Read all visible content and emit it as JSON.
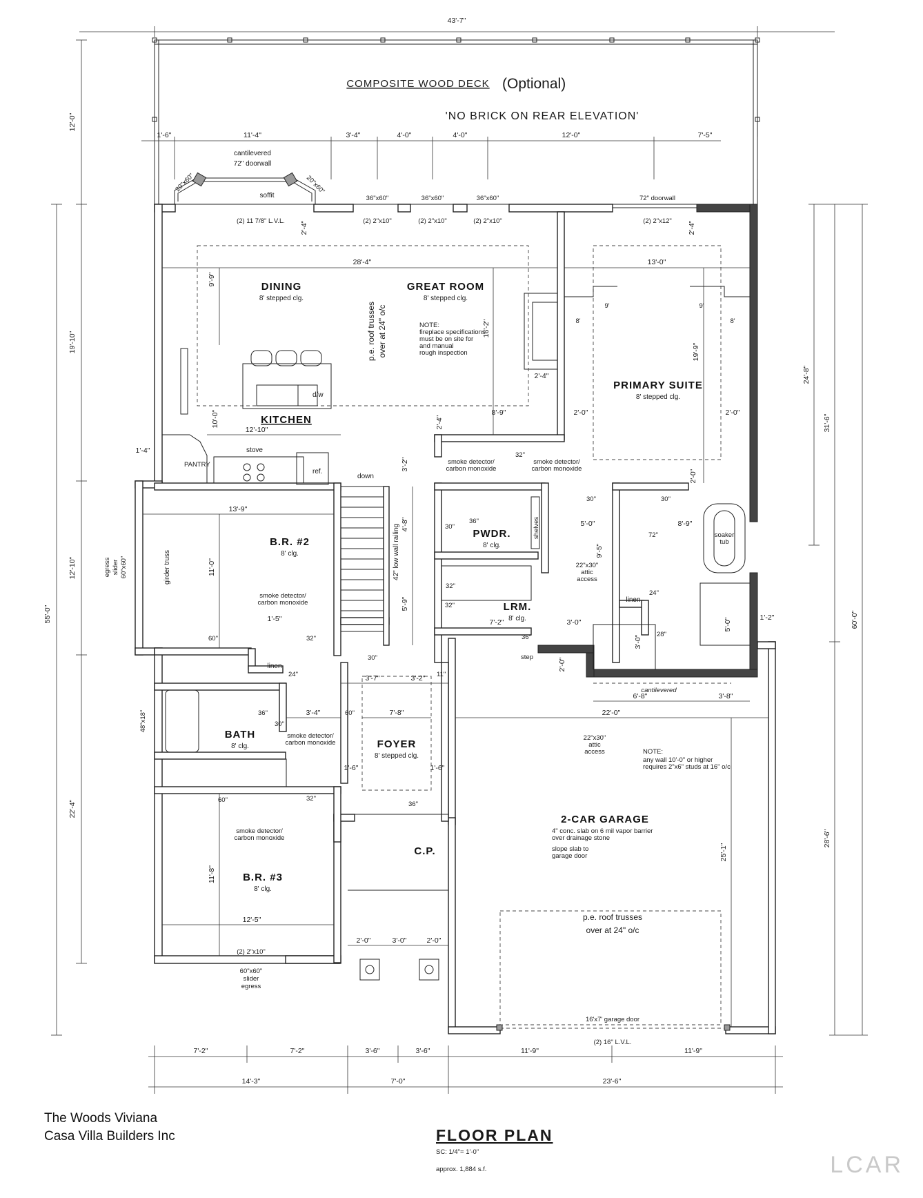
{
  "header": {
    "overall_width": "43'-7\"",
    "deck_title": "COMPOSITE WOOD DECK",
    "deck_optional": "(Optional)",
    "deck_note": "'NO BRICK ON REAR ELEVATION'"
  },
  "rooms": [
    {
      "id": "dining",
      "name": "DINING",
      "sub": "8' stepped clg."
    },
    {
      "id": "great-room",
      "name": "GREAT ROOM",
      "sub": "8' stepped clg."
    },
    {
      "id": "primary-suite",
      "name": "PRIMARY SUITE",
      "sub": "8' stepped clg."
    },
    {
      "id": "kitchen",
      "name": "KITCHEN",
      "sub": ""
    },
    {
      "id": "br2",
      "name": "B.R. #2",
      "sub": "8' clg."
    },
    {
      "id": "pwdr",
      "name": "PWDR.",
      "sub": "8' clg."
    },
    {
      "id": "lrm",
      "name": "LRM.",
      "sub": "8' clg."
    },
    {
      "id": "bath",
      "name": "BATH",
      "sub": "8' clg."
    },
    {
      "id": "foyer",
      "name": "FOYER",
      "sub": "8' stepped clg."
    },
    {
      "id": "garage",
      "name": "2-CAR GARAGE",
      "sub": ""
    },
    {
      "id": "br3",
      "name": "B.R. #3",
      "sub": "8' clg."
    },
    {
      "id": "cp",
      "name": "C.P.",
      "sub": ""
    }
  ],
  "labels": {
    "cantilevered": "cantilevered",
    "doorwall_72": "72\" doorwall",
    "soffit": "soffit",
    "w20x60": "20\"x60\"",
    "w36x60": "36\"x60\"",
    "doorwall_72_right": "72\" doorwall",
    "lvl": "(2) 11 7/8\" L.V.L.",
    "hdr_2x10": "(2) 2\"x10\"",
    "hdr_2x12": "(2) 2\"x12\"",
    "roof_trusses_1": "p.e. roof trusses",
    "roof_trusses_2": "over at 24\" o/c",
    "fp_note_title": "NOTE:",
    "fp_note_1": "fireplace specifications",
    "fp_note_2": "must be on site for",
    "fp_note_3": "and manual",
    "fp_note_4": "rough inspection",
    "dw": "d/w",
    "stove": "stove",
    "pantry": "PANTRY",
    "ref": "ref.",
    "down": "down",
    "smoke_1": "smoke detector/",
    "smoke_2": "carbon monoxide",
    "shelves": "shelves",
    "low_wall": "42\" low wall railing",
    "girder_truss": "girder truss",
    "egress_1": "egress",
    "egress_2": "slider",
    "egress_3": "60\"x60\"",
    "attic_1": "22\"x30\"",
    "attic_2": "attic",
    "attic_3": "access",
    "soaker_1": "soaker",
    "soaker_2": "tub",
    "linen": "linen",
    "step": "step",
    "cantilevered_bottom": "cantilevered",
    "w48x18": "48\"x18\"",
    "garage_note_1": "NOTE:",
    "garage_note_2": "any wall 10'-0\" or higher",
    "garage_note_3": "requires 2\"x6\" studs at 16\" o/c",
    "garage_spec_1": "4\" conc. slab on 6 mil vapor barrier",
    "garage_spec_2": "over drainage stone",
    "garage_spec_3": "slope slab to",
    "garage_spec_4": "garage door",
    "garage_door": "16'x7' garage door",
    "lvl_16": "(2) 16\" L.V.L.",
    "slider_1": "60\"x60\"",
    "slider_2": "slider",
    "slider_3": "egress",
    "hdr_2x10_bottom": "(2) 2\"x10\""
  },
  "dimensions": {
    "top_chain": [
      "1'-6\"",
      "11'-4\"",
      "3'-4\"",
      "4'-0\"",
      "4'-0\"",
      "12'-0\"",
      "7'-5\""
    ],
    "left_outer": "55'-0\"",
    "left_deck": "12'-0\"",
    "left_chain": [
      "19'-10\"",
      "12'-10\"",
      "22'-4\""
    ],
    "right_chain": [
      "24'-8\"",
      "31'-6\"",
      "28'-6\"",
      "60'-0\""
    ],
    "bottom_chain_1": [
      "7'-2\"",
      "7'-2\"",
      "3'-6\"",
      "3'-6\"",
      "11'-9\"",
      "11'-9\""
    ],
    "bottom_chain_2": [
      "14'-3\"",
      "7'-0\"",
      "23'-6\""
    ],
    "interior": {
      "great_width": "28'-4\"",
      "primary_width": "13'-0\"",
      "dining_depth": "9'-9\"",
      "great_depth": "16'-2\"",
      "primary_depth": "19'-9\"",
      "d24a": "2'-4\"",
      "d24b": "2'-4\"",
      "d24c": "2'-4\"",
      "d24d": "2'-4\"",
      "kitchen_depth": "10'-0\"",
      "kitchen_width": "12'-10\"",
      "d89": "8'-9\"",
      "d20a": "2'-0\"",
      "d20b": "2'-0\"",
      "d20c": "2'-0\"",
      "d32": "3'-2\"",
      "d14": "1'-4\"",
      "br2_width": "13'-9\"",
      "br2_depth": "11'-0\"",
      "d48": "4'-8\"",
      "d59": "5'-9\"",
      "d50": "5'-0\"",
      "d95": "9'-5\"",
      "d89b": "8'-9\"",
      "d15": "1'-5\"",
      "d72": "7'-2\"",
      "d30": "3'-0\"",
      "d12": "1'-2\"",
      "d50b": "5'-0\"",
      "d30b": "3'-0\"",
      "d20d": "2'-0\"",
      "d37": "3'-7\"",
      "d32b": "3'-2\"",
      "d68": "6'-8\"",
      "d38": "3'-8\"",
      "d34": "3'-4\"",
      "d78": "7'-8\"",
      "d220": "22'-0\"",
      "d16a": "1'-6\"",
      "d16b": "1'-6\"",
      "d251": "25'-1\"",
      "br3_depth": "11'-8\"",
      "br3_width": "12'-5\"",
      "cp_a": "2'-0\"",
      "cp_b": "3'-0\"",
      "cp_c": "2'-0\"",
      "fp9a": "9'",
      "fp9b": "9'",
      "fp8a": "8'",
      "fp8b": "8'"
    },
    "doors": {
      "d32a": "32\"",
      "d30a": "30\"",
      "d30b": "30\"",
      "d36a": "36\"",
      "d30c": "30\"",
      "d72a": "72\"",
      "d24a": "24\"",
      "d28a": "28\"",
      "d32b": "32\"",
      "d36b": "36\"",
      "d11": "11\"",
      "d30d": "30\"",
      "d60a": "60\"",
      "d24b": "24\"",
      "d36c": "36\"",
      "d30e": "30\"",
      "d60b": "60\"",
      "d32c": "32\"",
      "d60c": "60\"",
      "d32d": "32\"",
      "d36d": "36\"",
      "d32e": "32\""
    }
  },
  "title_block": {
    "title": "FLOOR PLAN",
    "scale": "SC: 1/4\"= 1'-0\"",
    "area": "approx. 1,884 s.f."
  },
  "credits": {
    "line1": "The Woods Viviana",
    "line2": "Casa Villa Builders Inc"
  },
  "logo": "LCAR"
}
